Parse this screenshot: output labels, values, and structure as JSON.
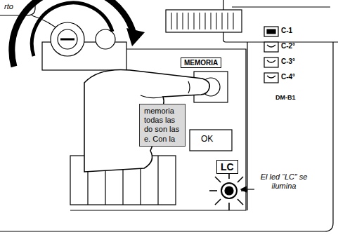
{
  "diagram": {
    "nodes": [
      {
        "text": [
          "MEMORIA"
        ]
      },
      {
        "text": [
          "memoria todas las do son las e. Con la"
        ]
      },
      {
        "text": [
          "LC"
        ]
      }
    ],
    "labels": [
      "rto",
      "C-1",
      "C-2°",
      "C-3°",
      "C-4°",
      "DM-B1",
      "OK",
      "El led “LC” se ilumina"
    ]
  }
}
